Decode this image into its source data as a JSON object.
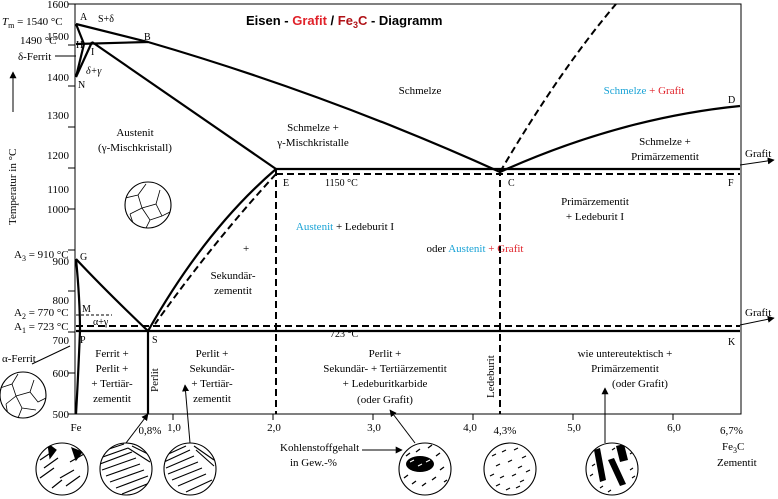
{
  "title": {
    "prefix": "Eisen - ",
    "graphite": "Grafit",
    "slash": " / ",
    "cementite": "Fe",
    "cementite_sub": "3",
    "cementite_end": "C",
    "suffix": " - Diagramm"
  },
  "colors": {
    "phase_cyan": "#1aa3d6",
    "phase_red": "#b01217",
    "graphite_red": "#e0222a",
    "line": "#000000",
    "background": "#ffffff"
  },
  "axes": {
    "y_label": "Temperatur in °C",
    "y_ticks": [
      "500",
      "600",
      "700",
      "800",
      "900",
      "1000",
      "1100",
      "1200",
      "1300",
      "1400",
      "1500",
      "1600"
    ],
    "x_ticks": [
      "Fe",
      "1,0",
      "2,0",
      "3,0",
      "4,0",
      "5,0",
      "6,0"
    ],
    "x_tick_08": "0,8%",
    "x_tick_43": "4,3%",
    "x_end_value": "6,7%",
    "x_end_name": "Fe",
    "x_end_sub": "3",
    "x_end_name2": "C",
    "x_end_sub_label": "Zementit",
    "x_label_1": "Kohlenstoffgehalt",
    "x_label_2": "in Gew.-%"
  },
  "left_labels": {
    "tm_main": "T",
    "tm_sub": "m",
    "tm_value": " = 1540 °C",
    "t1490": "1490 °C",
    "delta_ferrit": "δ-Ferrit",
    "a3_main": "A",
    "a3_sub": "3",
    "a3_value": " = 910 °C",
    "a2_main": "A",
    "a2_sub": "2",
    "a2_value": " = 770 °C",
    "a1_main": "A",
    "a1_sub": "1",
    "a1_value": " = 723 °C",
    "alpha_ferrit": "α-Ferrit"
  },
  "points": {
    "A": "A",
    "B": "B",
    "H": "H",
    "I": "I",
    "N": "N",
    "G": "G",
    "M": "M",
    "P": "P",
    "S": "S",
    "E": "E",
    "C": "C",
    "F": "F",
    "K": "K",
    "D": "D"
  },
  "regions": {
    "s_delta": "S+δ",
    "delta_gamma": "δ+γ",
    "austenit": "Austenit",
    "gamma_mischkristall": "(γ-Mischkristall)",
    "schmelze": "Schmelze",
    "schmelze_grafit_a": "Schmelze",
    "schmelze_grafit_b": " + Grafit",
    "schmelze_plus": "Schmelze +",
    "gamma_mischkristalle": "γ-Mischkristalle",
    "schmelze_primaer_1": "Schmelze +",
    "schmelze_primaer_2": "Primärzementit",
    "grafit_right_1": "Grafit",
    "grafit_right_2": "Grafit",
    "t1150": "1150 °C",
    "t723": "723 °C",
    "austenit_ledeburit_a": "Austenit",
    "austenit_ledeburit_b": " + Ledeburit I",
    "plus_sign": "+",
    "sekundaer_1": "Sekundär-",
    "sekundaer_2": "zementit",
    "oder_a": "oder ",
    "oder_b": "Austenit",
    "oder_c": " + Grafit",
    "primaer_ledeburit_1": "Primärzementit",
    "primaer_ledeburit_2": "+ Ledeburit I",
    "alpha_gamma": "α+γ",
    "ferrit_perlit_1": "Ferrit +",
    "ferrit_perlit_2": "Perlit +",
    "ferrit_perlit_3": "+ Tertiär-",
    "ferrit_perlit_4": "zementit",
    "perlit_vertical": "Perlit",
    "perlit_sek_1": "Perlit +",
    "perlit_sek_2": "Sekundär-",
    "perlit_sek_3": "+ Tertiär-",
    "perlit_sek_4": "zementit",
    "perlit_mid_1": "Perlit +",
    "perlit_mid_2": "Sekundär- + Tertiärzementit",
    "perlit_mid_3": "+ Ledeburitkarbide",
    "perlit_mid_4": "(oder Grafit)",
    "ledeburit_vertical": "Ledeburit",
    "untereut_1": "wie untereutektisch +",
    "untereut_2": "Primärzementit",
    "untereut_3": "(oder Grafit)"
  }
}
